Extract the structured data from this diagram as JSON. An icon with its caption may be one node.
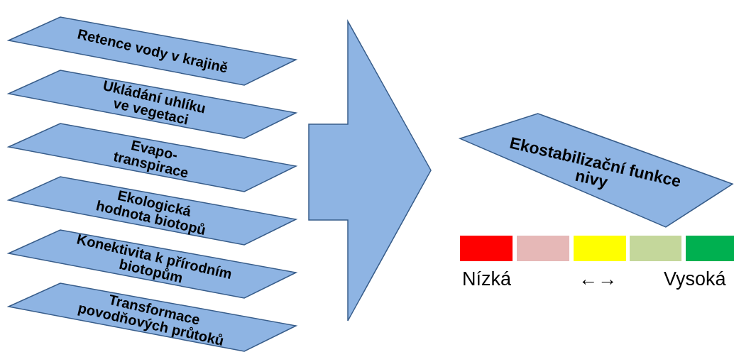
{
  "diagram": {
    "nodes": [
      {
        "text": [
          "Retence vody v krajině"
        ]
      },
      {
        "text": [
          "Ukládání uhlíku ve vegetaci"
        ]
      },
      {
        "text": [
          "Evapo- transpirace"
        ]
      },
      {
        "text": [
          "Ekologická hodnota biotopů"
        ]
      },
      {
        "text": [
          "Konektivita k přírodním biotopům"
        ]
      },
      {
        "text": [
          "Transformace povodňových průtoků"
        ]
      },
      {
        "text": [
          "Ekostabilizační funkce nivy"
        ]
      }
    ],
    "edges": [
      {
        "from": 0,
        "to": 6,
        "arrow": "to"
      },
      {
        "from": 1,
        "to": 6,
        "arrow": "to"
      },
      {
        "from": 2,
        "to": 6,
        "arrow": "to"
      },
      {
        "from": 3,
        "to": 6,
        "arrow": "to"
      },
      {
        "from": 4,
        "to": 6,
        "arrow": "to"
      },
      {
        "from": 5,
        "to": 6,
        "arrow": "to"
      }
    ],
    "labels": [
      "Nízká",
      "←→",
      "Vysoká"
    ]
  }
}
